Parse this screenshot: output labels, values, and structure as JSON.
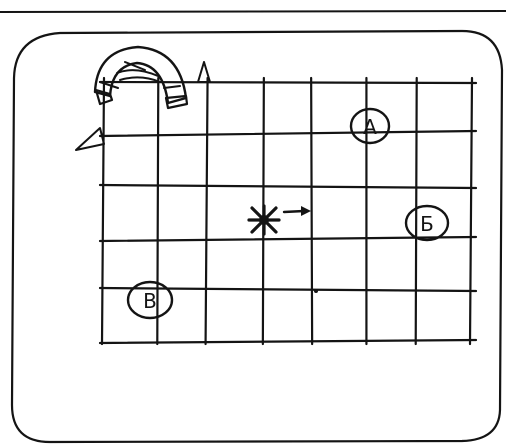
{
  "figure": {
    "ink_color": "#141414",
    "paper_color": "#ffffff",
    "grid": {
      "columns": 7,
      "rows": 5
    },
    "markers": [
      {
        "id": "a",
        "label": "А"
      },
      {
        "id": "b",
        "label": "Б"
      },
      {
        "id": "v",
        "label": "В"
      }
    ],
    "center_icon": "star-burst-icon",
    "arrow_icon": "arrow-right-icon",
    "corner_icon": "magnet-icon"
  }
}
